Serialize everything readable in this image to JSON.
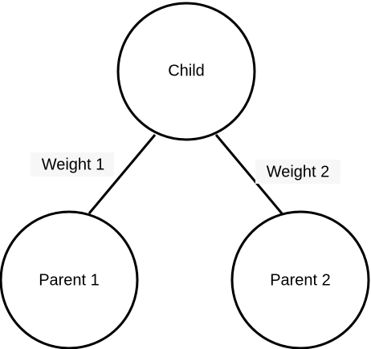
{
  "nodes": {
    "child": {
      "label": "Child"
    },
    "parent1": {
      "label": "Parent 1"
    },
    "parent2": {
      "label": "Parent 2"
    }
  },
  "edges": {
    "weight1": {
      "label": "Weight 1"
    },
    "weight2": {
      "label": "Weight 2"
    }
  },
  "colors": {
    "stroke": "#000000",
    "background": "#ffffff",
    "label_background": "#f7f7f7"
  }
}
